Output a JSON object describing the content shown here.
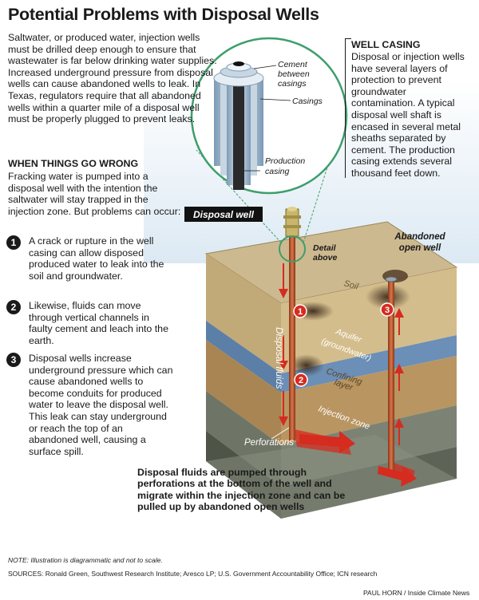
{
  "title": "Potential Problems with Disposal Wells",
  "intro": "Saltwater, or produced water, injection wells must be drilled deep enough to ensure that wastewater is far below drinking water supplies. Increased underground pressure from disposal wells can cause abandoned wells to leak. In Texas, regulators require that all abandoned wells within a quarter mile of a disposal well must be properly plugged to prevent leaks.",
  "wrong": {
    "heading": "WHEN THINGS GO WRONG",
    "text": "Fracking water is pumped into a disposal well with the intention the saltwater will stay trapped in the injection zone. But problems can occur:",
    "steps": [
      {
        "num": "1",
        "text": "A crack or rupture in the well casing can allow disposed produced water to leak into the soil and groundwater."
      },
      {
        "num": "2",
        "text": "Likewise, fluids can move through vertical channels in faulty cement and leach into the earth."
      },
      {
        "num": "3",
        "text": "Disposal wells increase underground pressure which can cause abandoned wells to become conduits for produced water to leave the disposal well. This leak can stay underground or reach the top of an abandoned well, causing a surface spill."
      }
    ]
  },
  "casing": {
    "heading": "WELL CASING",
    "text": "Disposal or injection wells have several layers of protection to prevent groundwater contamination. A typical disposal well shaft is encased in several metal sheaths separated by cement. The production casing extends several thousand feet down."
  },
  "detail_labels": {
    "cement_line1": "Cement",
    "cement_line2": "between",
    "cement_line3": "casings",
    "casings": "Casings",
    "production_line1": "Production",
    "production_line2": "casing"
  },
  "diagram_labels": {
    "disposal_well": "Disposal well",
    "detail_line1": "Detail",
    "detail_line2": "above",
    "abandoned_line1": "Abandoned",
    "abandoned_line2": "open well",
    "soil": "Soil",
    "aquifer_line1": "Aquifer",
    "aquifer_line2": "(groundwater)",
    "confining_line1": "Confining",
    "confining_line2": "layer",
    "injection_zone": "Injection zone",
    "disposal_fluids": "Disposal fluids",
    "perforations": "Perforations",
    "marker1": "1",
    "marker2": "2",
    "marker3": "3"
  },
  "caption": "Disposal fluids are pumped through perforations at the bottom of the well and migrate within the injection zone and can be pulled up by abandoned open wells",
  "note": "NOTE: Illustration is diagrammatic and not to scale.",
  "sources": "SOURCES: Ronald Green, Southwest Research Institute; Aresco LP; U.S. Government Accountability Office; ICN research",
  "credit": "PAUL HORN / Inside Climate News",
  "colors": {
    "soil": "#c9b487",
    "aquifer": "#5b7fa6",
    "confining": "#b08d58",
    "injection": "#6e7566",
    "pipe": "#b8552e",
    "arrow": "#d62b1f",
    "marker": "#d62b1f",
    "detail_circle": "#3e9e6c"
  }
}
